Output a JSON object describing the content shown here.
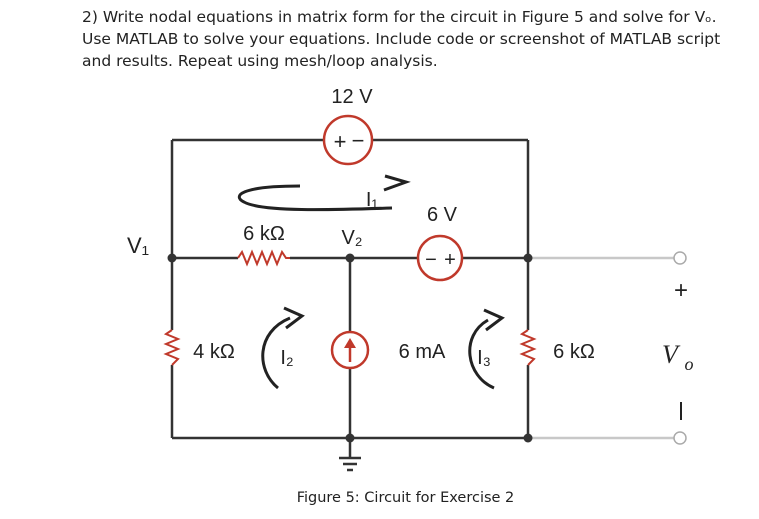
{
  "problem": {
    "line1": "2) Write nodal equations in matrix form for the circuit in Figure 5 and solve for Vₒ.",
    "line2": "Use MATLAB to solve your equations. Include code or screenshot of MATLAB script",
    "line3": "and results. Repeat using mesh/loop analysis."
  },
  "circuit": {
    "source_top": {
      "label": "12 V",
      "polarity_plus": "+",
      "polarity_minus": "−"
    },
    "source_mid": {
      "label": "6 V",
      "polarity_plus": "+",
      "polarity_minus": "−"
    },
    "resistor_top": {
      "label": "6 kΩ"
    },
    "resistor_left": {
      "label": "4 kΩ"
    },
    "resistor_right": {
      "label": "6 kΩ"
    },
    "current_source": {
      "label": "6 mA"
    },
    "node_v1": "V₁",
    "node_v2": "V₂",
    "loop_i1": "I₁",
    "loop_i2": "I₂",
    "loop_i3": "I₃",
    "output": {
      "plus": "+",
      "minus": "−",
      "label_v": "V",
      "label_sub": "o"
    },
    "colors": {
      "wire": "#333333",
      "source_ring": "#c0392b",
      "output_wire": "#c8c8c8"
    }
  },
  "caption": "Figure 5: Circuit for Exercise 2"
}
